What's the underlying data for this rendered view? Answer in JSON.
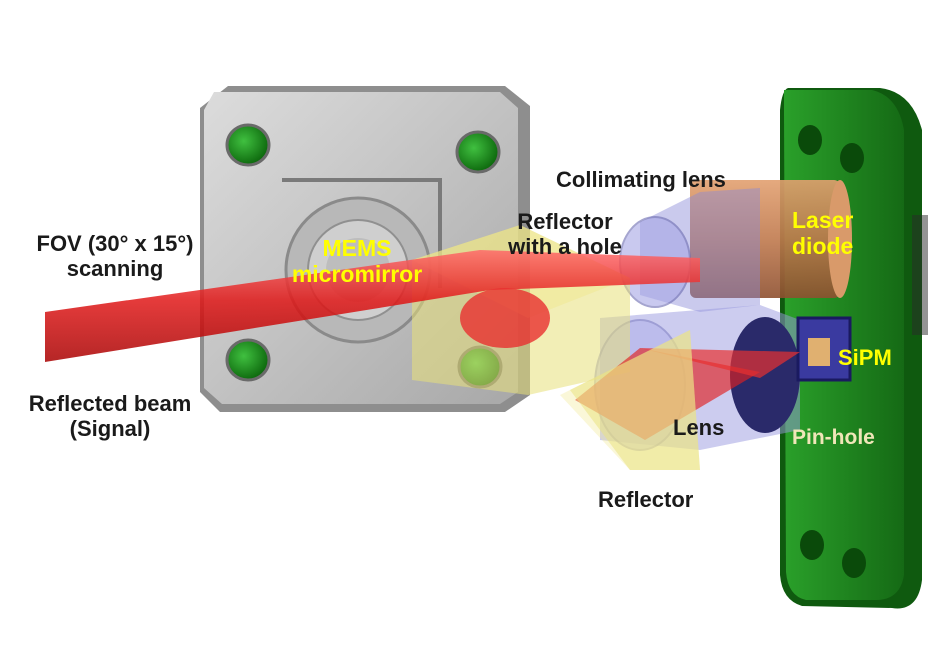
{
  "labels": {
    "fov_line1": "FOV (30° x 15°)",
    "fov_line2": "scanning",
    "reflected_line1": "Reflected beam",
    "reflected_line2": "(Signal)",
    "mems_line1": "MEMS",
    "mems_line2": "micromirror",
    "collimating_lens": "Collimating lens",
    "reflector_hole_line1": "Reflector",
    "reflector_hole_line2": "with a hole",
    "laser_line1": "Laser",
    "laser_line2": "diode",
    "sipm": "SiPM",
    "lens": "Lens",
    "pin_hole": "Pin-hole",
    "reflector": "Reflector"
  },
  "colors": {
    "mount_gray": "#c4c4c4",
    "pcb_green": "#1f8a1f",
    "beam_red": "#e02020",
    "laser_copper": "#c8845a",
    "label_yellow": "#ffff00",
    "label_dark": "#1a1a1a"
  }
}
